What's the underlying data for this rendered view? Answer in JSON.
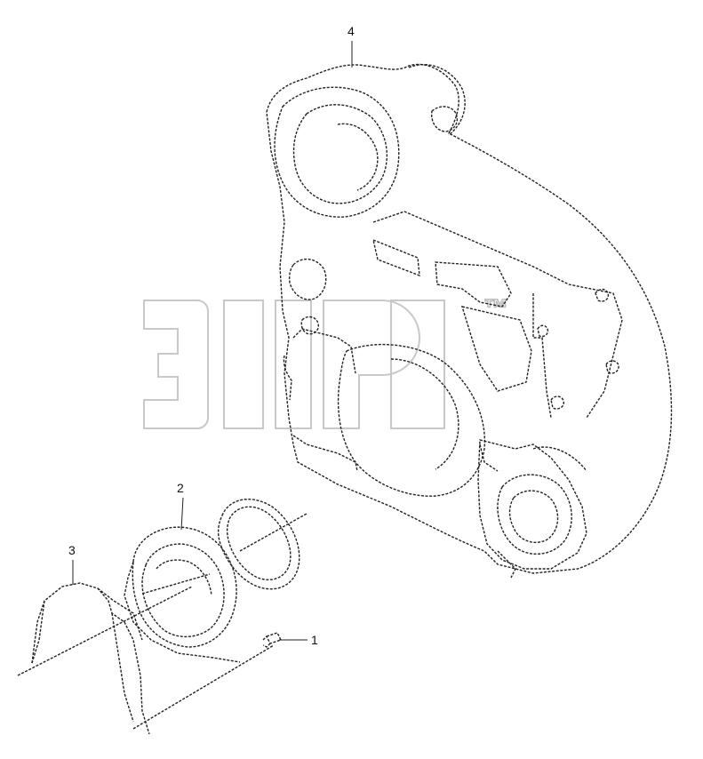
{
  "callouts": {
    "c1": "1",
    "c2": "2",
    "c3": "3",
    "c4": "4"
  },
  "watermark": {
    "symbol": "™",
    "logo_color": "#c8c8c8"
  },
  "colors": {
    "line": "#222222",
    "background": "#ffffff"
  }
}
